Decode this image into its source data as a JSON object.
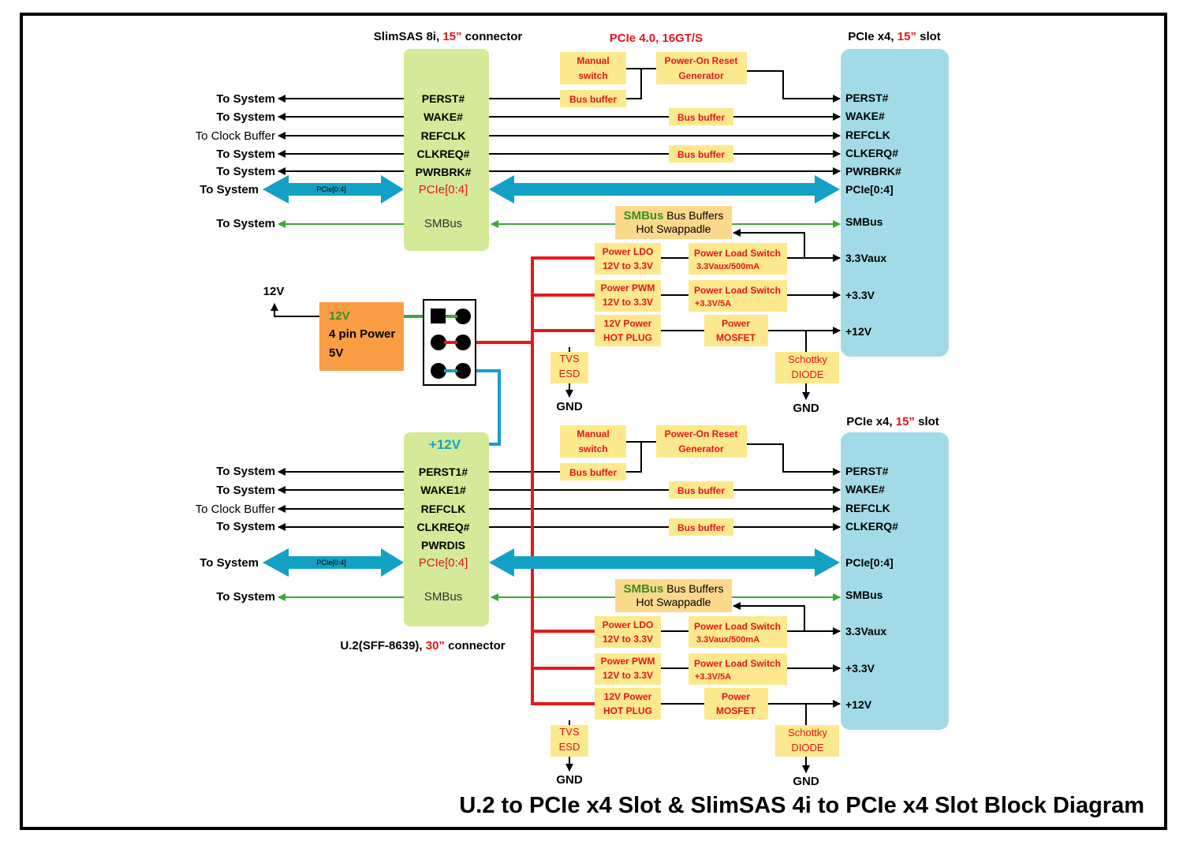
{
  "title": "U.2 to PCIe x4 Slot & SlimSAS 4i to PCIe x4 Slot Block Diagram",
  "colors": {
    "green_connector": "#d4ea98",
    "slot_blue": "#a2dbe7",
    "yellow_box": "#fde98d",
    "power_orange": "#fb9d44",
    "red_text": "#e5141b",
    "red_line": "#e7181b",
    "blue_line": "#12a1c5",
    "green_line": "#3aa935",
    "smbus_green": "#3a8e22"
  },
  "top": {
    "connector_title": "SlimSAS 8i, ",
    "connector_title_red": "15”",
    "connector_title_tail": " connector",
    "speed": "PCIe 4.0, 16GT/S",
    "slot_title": "PCIe x4, ",
    "slot_title_red": "15”",
    "slot_title_tail": " slot",
    "left_labels": [
      "To System",
      "To System",
      "To Clock Buffer",
      "To System",
      "To System",
      "To System",
      "To System"
    ],
    "connector_signals": [
      "PERST#",
      "WAKE#",
      "REFCLK",
      "CLKREQ#",
      "PWRBRK#",
      "PCIe[0:4]",
      "SMBus"
    ],
    "pcie_small": "PCIe[0:4]",
    "slot_signals": [
      "PERST#",
      "WAKE#",
      "REFCLK",
      "CLKERQ#",
      "PWRBRK#",
      "PCIe[0:4]",
      "SMBus",
      "3.3Vaux",
      "+3.3V",
      "+12V"
    ],
    "manual_switch": [
      "Manual",
      "switch"
    ],
    "reset_gen": [
      "Power-On Reset",
      "Generator"
    ],
    "bus_buffer": "Bus buffer",
    "smbus_word": "SMBus",
    "smbus_buffers": " Bus Buffers",
    "hot_swap": "Hot Swappadle",
    "ldo": [
      "Power LDO",
      "12V to 3.3V"
    ],
    "pwm": [
      "Power PWM",
      "12V to 3.3V"
    ],
    "hotplug": [
      "12V Power",
      "HOT PLUG"
    ],
    "load_aux": [
      "Power Load Switch",
      "3.3Vaux/500mA"
    ],
    "load_33": [
      "Power Load Switch",
      "+3.3V/5A"
    ],
    "mosfet": [
      "Power",
      "MOSFET"
    ],
    "tvs": [
      "TVS",
      "ESD"
    ],
    "schottky": [
      "Schottky",
      "DIODE"
    ],
    "gnd": "GND"
  },
  "power": {
    "label_12v_out": "12V",
    "box": [
      "12V",
      "4 pin Power",
      "5V"
    ]
  },
  "bottom": {
    "connector_title": "U.2(SFF-8639), ",
    "connector_title_red": "30”",
    "connector_title_tail": " connector",
    "plus12v": "+12V",
    "slot_title": "PCIe x4, ",
    "slot_title_red": "15”",
    "slot_title_tail": " slot",
    "left_labels": [
      "To System",
      "To System",
      "To Clock Buffer",
      "To System",
      "To System",
      "To System"
    ],
    "connector_signals": [
      "PERST1#",
      "WAKE1#",
      "REFCLK",
      "CLKREQ#",
      "PWRDIS",
      "PCIe[0:4]",
      "SMBus"
    ],
    "pcie_small": "PCIe[0:4]",
    "slot_signals": [
      "PERST#",
      "WAKE#",
      "REFCLK",
      "CLKERQ#",
      "PCIe[0:4]",
      "SMBus",
      "3.3Vaux",
      "+3.3V",
      "+12V"
    ],
    "manual_switch": [
      "Manual",
      "switch"
    ],
    "reset_gen": [
      "Power-On Reset",
      "Generator"
    ],
    "bus_buffer": "Bus buffer",
    "smbus_word": "SMBus",
    "smbus_buffers": " Bus Buffers",
    "hot_swap": "Hot Swappadle",
    "ldo": [
      "Power LDO",
      "12V to 3.3V"
    ],
    "pwm": [
      "Power PWM",
      "12V to 3.3V"
    ],
    "hotplug": [
      "12V Power",
      "HOT PLUG"
    ],
    "load_aux": [
      "Power Load Switch",
      "3.3Vaux/500mA"
    ],
    "load_33": [
      "Power Load Switch",
      "+3.3V/5A"
    ],
    "mosfet": [
      "Power",
      "MOSFET"
    ],
    "tvs": [
      "TVS",
      "ESD"
    ],
    "schottky": [
      "Schottky",
      "DIODE"
    ],
    "gnd": "GND"
  }
}
